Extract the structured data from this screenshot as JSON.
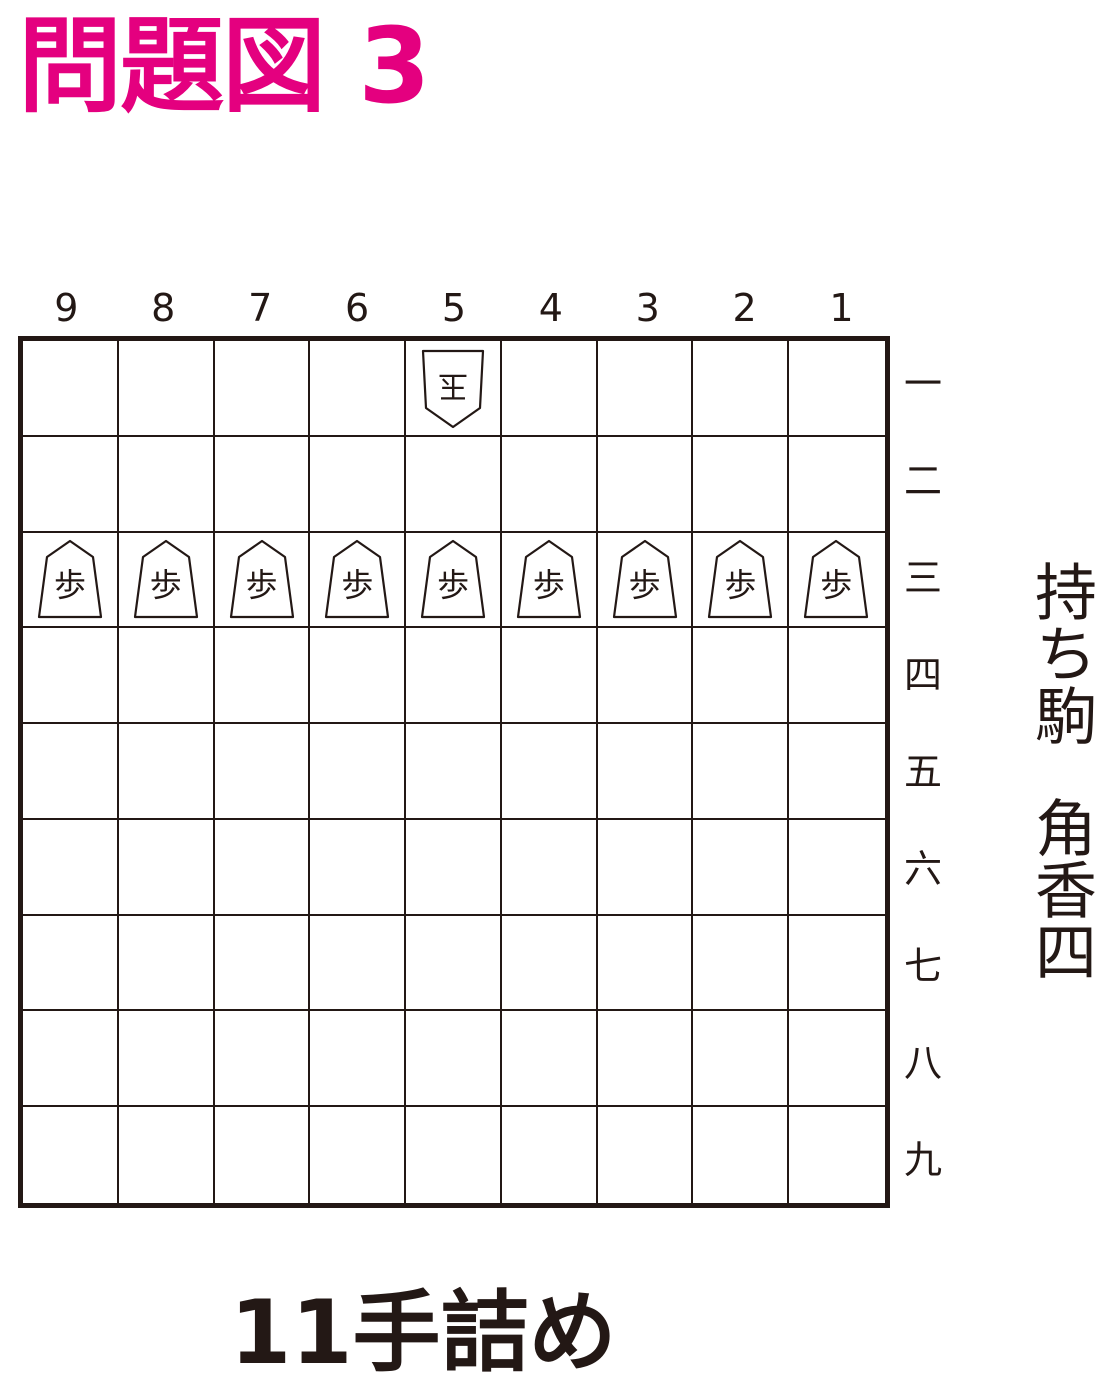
{
  "title": "問題図 3",
  "accent_color": "#e4007f",
  "line_color": "#231815",
  "files": [
    "9",
    "8",
    "7",
    "6",
    "5",
    "4",
    "3",
    "2",
    "1"
  ],
  "ranks": [
    "一",
    "二",
    "三",
    "四",
    "五",
    "六",
    "七",
    "八",
    "九"
  ],
  "pieces": [
    {
      "file": 5,
      "rank": 1,
      "label": "玉",
      "side": "white"
    },
    {
      "file": 9,
      "rank": 3,
      "label": "歩",
      "side": "black"
    },
    {
      "file": 8,
      "rank": 3,
      "label": "歩",
      "side": "black"
    },
    {
      "file": 7,
      "rank": 3,
      "label": "歩",
      "side": "black"
    },
    {
      "file": 6,
      "rank": 3,
      "label": "歩",
      "side": "black"
    },
    {
      "file": 5,
      "rank": 3,
      "label": "歩",
      "side": "black"
    },
    {
      "file": 4,
      "rank": 3,
      "label": "歩",
      "side": "black"
    },
    {
      "file": 3,
      "rank": 3,
      "label": "歩",
      "side": "black"
    },
    {
      "file": 2,
      "rank": 3,
      "label": "歩",
      "side": "black"
    },
    {
      "file": 1,
      "rank": 3,
      "label": "歩",
      "side": "black"
    }
  ],
  "hand": {
    "label": "持ち駒",
    "pieces": "角香四"
  },
  "condition": "11手詰め"
}
